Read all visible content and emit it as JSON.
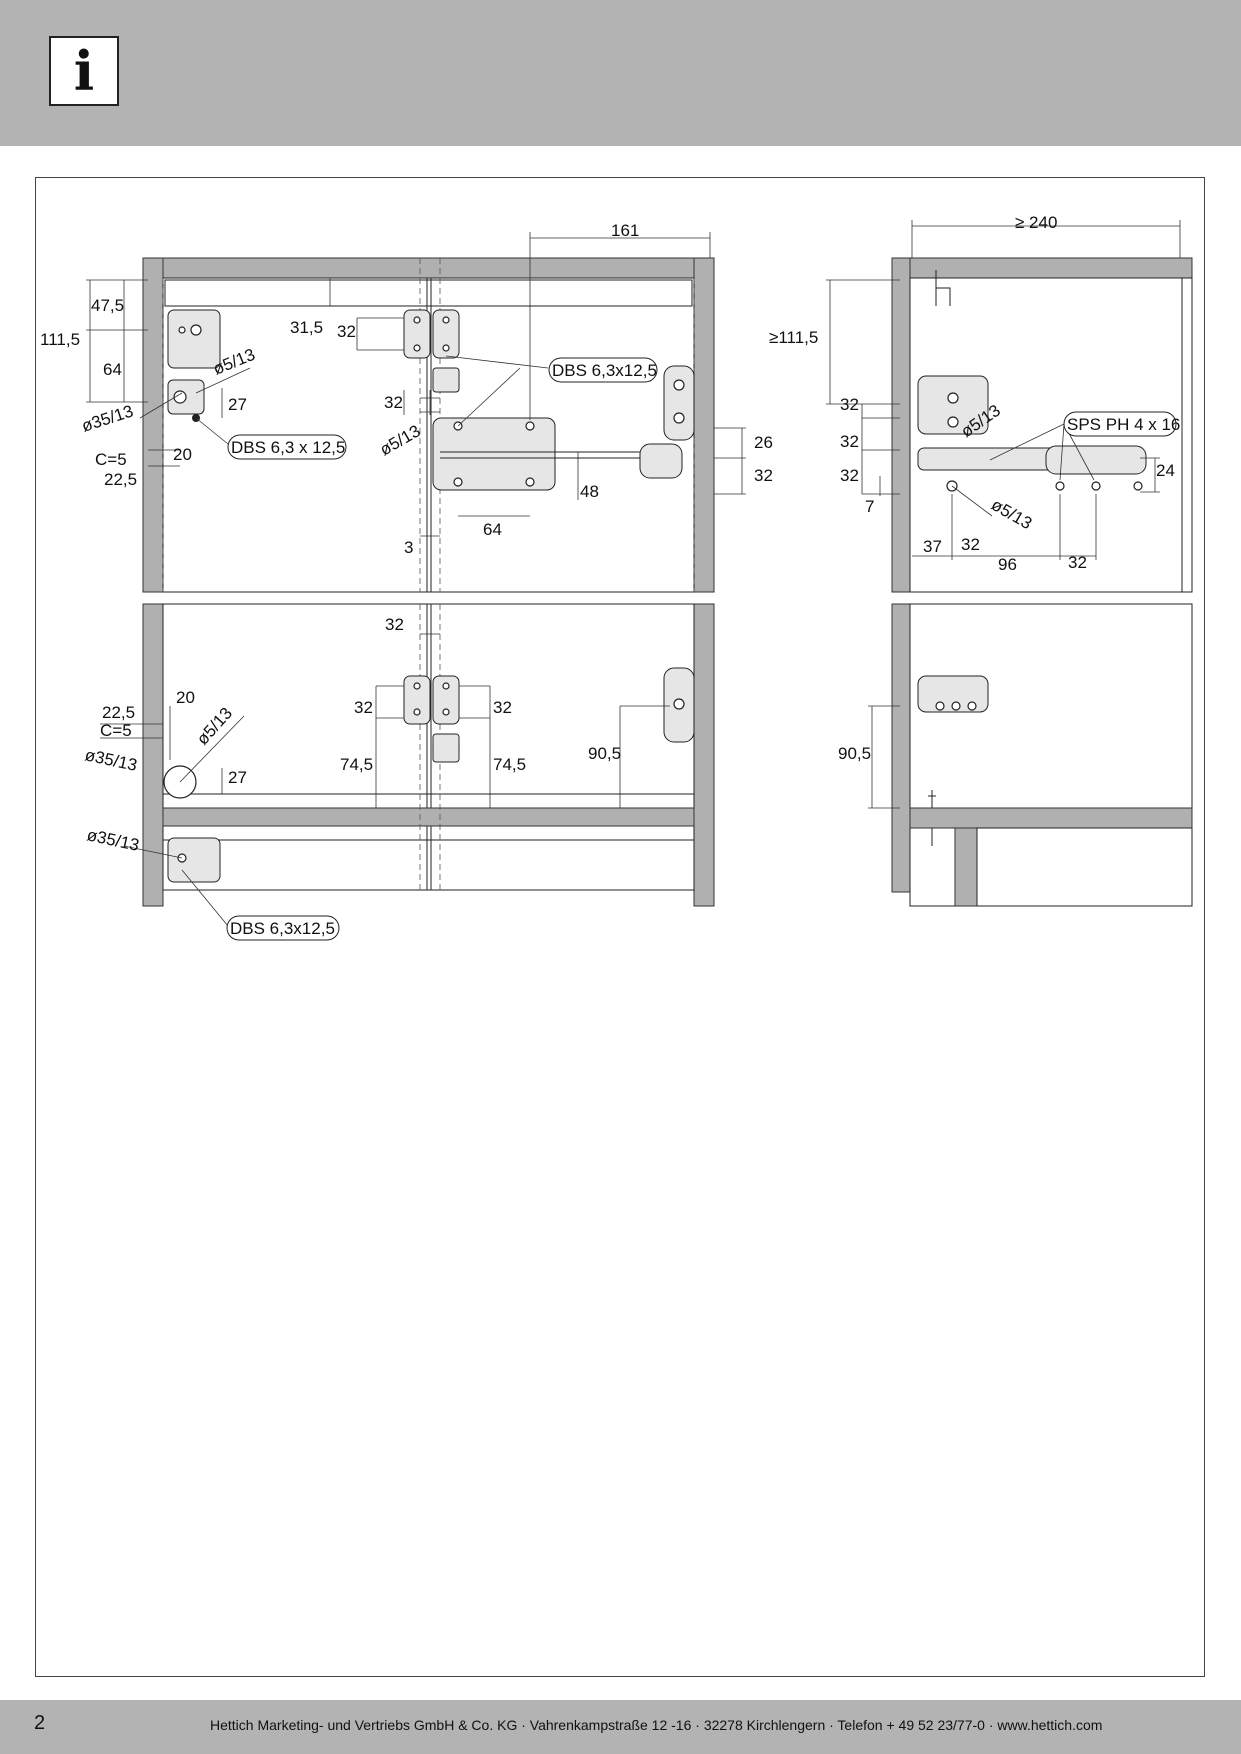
{
  "header": {
    "icon": "info-icon",
    "icon_glyph": "i"
  },
  "colors": {
    "bar_gray": "#b3b3b3",
    "panel_gray": "#b0b0b0"
  },
  "dims": {
    "d161": "161",
    "d240": "≥ 240",
    "d47_5": "47,5",
    "d111_5": "111,5",
    "d64": "64",
    "d31_5": "31,5",
    "d32_a": "32",
    "phi5_a": "ø5/13",
    "d27_a": "27",
    "phi35_a": "ø35/13",
    "c5_a": "C=5",
    "d20_a": "20",
    "d22_5_a": "22,5",
    "d32_b": "32",
    "phi5_b": "ø5/13",
    "d3": "3",
    "d64_b": "64",
    "d48": "48",
    "d26": "26",
    "d32_c": "32",
    "dge111_5": "≥111,5",
    "d32_r1": "32",
    "d32_r2": "32",
    "d32_r3": "32",
    "phi5_r": "ø5/13",
    "d7": "7",
    "d24": "24",
    "phi5_r2": "ø5/13",
    "d37": "37",
    "d32_r4": "32",
    "d96": "96",
    "d32_r5": "32",
    "d32_d": "32",
    "d32_e": "32",
    "d32_f": "32",
    "d74_5_a": "74,5",
    "d74_5_b": "74,5",
    "d90_5_a": "90,5",
    "d22_5_b": "22,5",
    "c5_b": "C=5",
    "d20_b": "20",
    "phi5_c": "ø5/13",
    "phi35_b": "ø35/13",
    "d27_b": "27",
    "phi35_c": "ø35/13",
    "d90_5_b": "90,5"
  },
  "callouts": {
    "dbs_a": "DBS 6,3x12,5",
    "dbs_b": "DBS 6,3 x 12,5",
    "dbs_c": "DBS 6,3x12,5",
    "sps": "SPS PH 4 x 16"
  },
  "footer": {
    "page_number": "2",
    "text": "Hettich Marketing- und Vertriebs GmbH & Co. KG · Vahrenkampstraße 12 -16 · 32278 Kirchlengern · Telefon + 49 52 23/77-0 · www.hettich.com"
  }
}
